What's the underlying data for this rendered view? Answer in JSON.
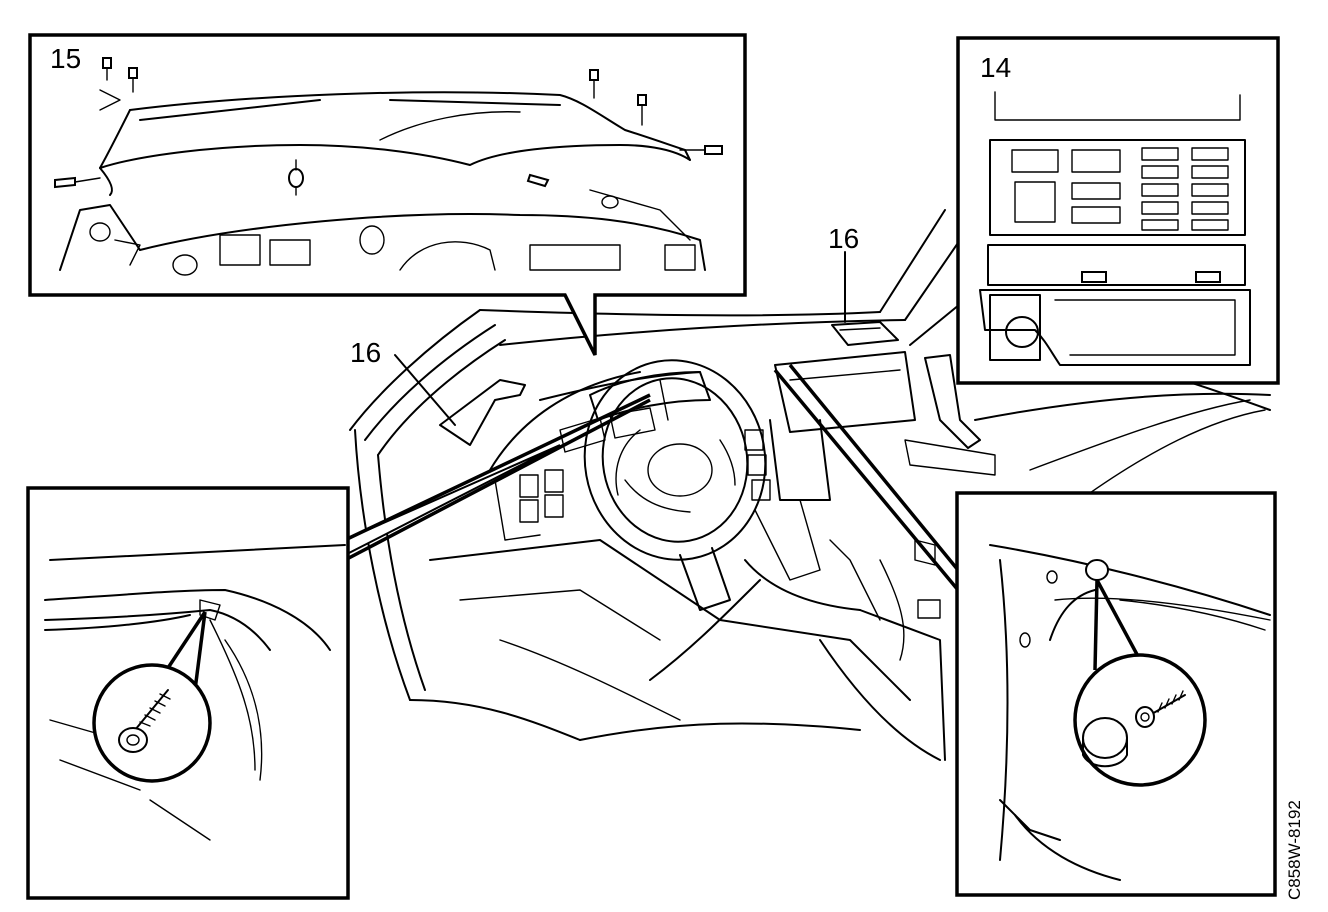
{
  "figure": {
    "callouts": {
      "item_15": "15",
      "item_14": "14",
      "item_16_right": "16",
      "item_16_left": "16"
    },
    "drawing_code": "C858W-8192"
  }
}
